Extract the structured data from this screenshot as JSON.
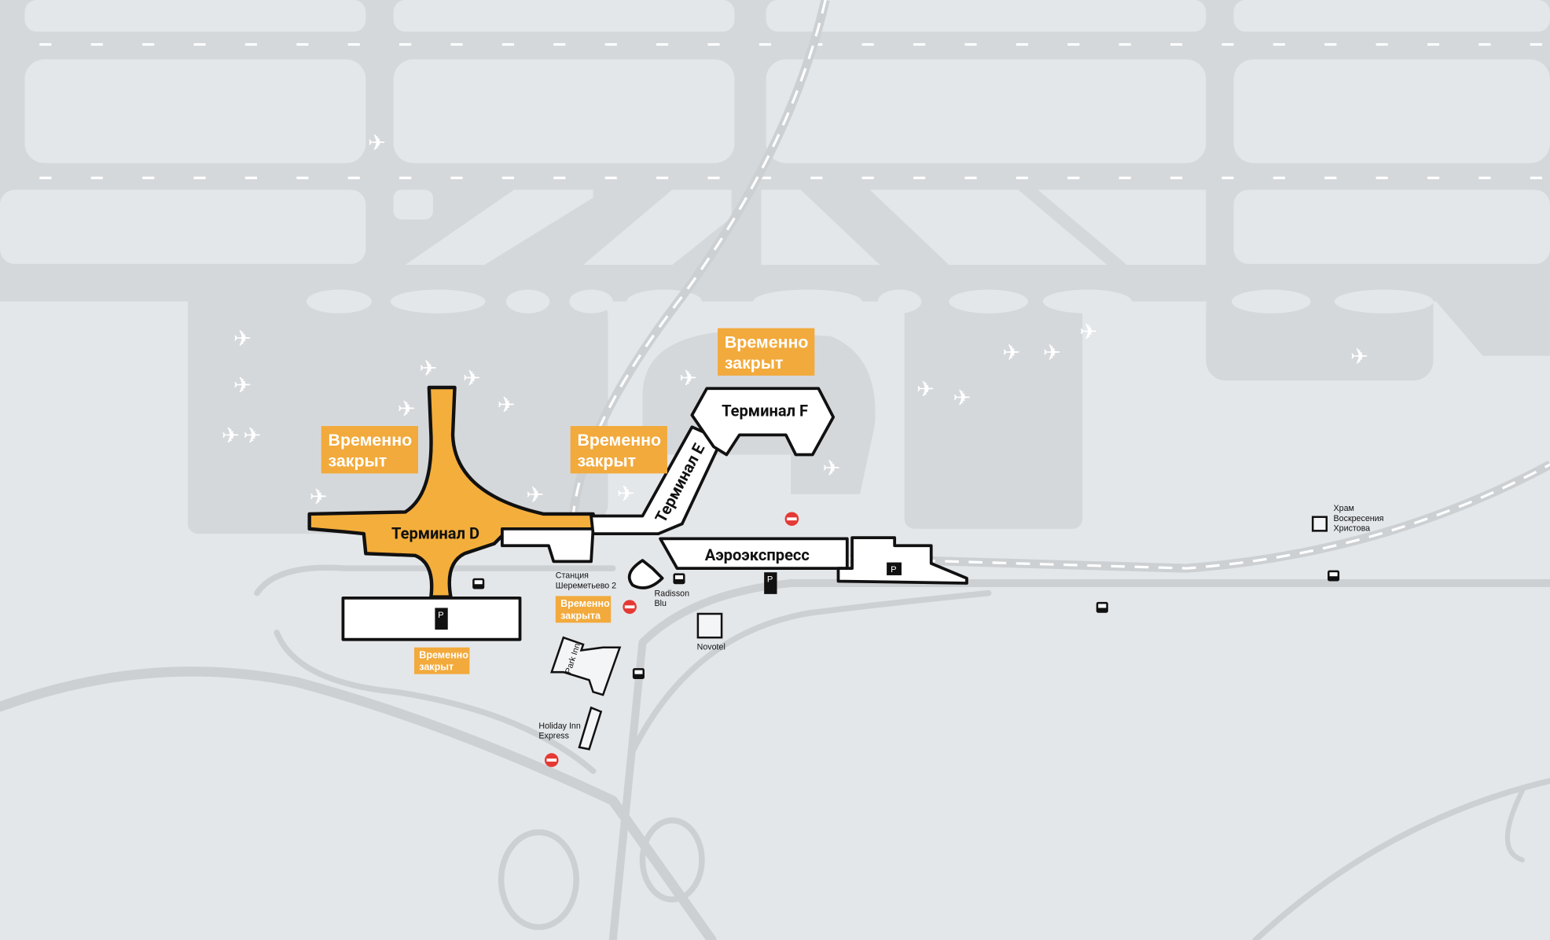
{
  "map": {
    "terminals": {
      "d": "Терминал D",
      "e": "Терминал E",
      "f": "Терминал F",
      "aeroexpress": "Аэроэкспресс"
    },
    "closed_labels": {
      "terminal_d_line1": "Временно",
      "terminal_d_line2": "закрыт",
      "terminal_e_line1": "Временно",
      "terminal_e_line2": "закрыт",
      "terminal_f_line1": "Временно",
      "terminal_f_line2": "закрыт",
      "parking_line1": "Временно",
      "parking_line2": "закрыт",
      "station_line1": "Временно",
      "station_line2": "закрыта"
    },
    "places": {
      "station_line1": "Станция",
      "station_line2": "Шереметьево 2",
      "radisson_line1": "Radisson",
      "radisson_line2": "Blu",
      "novotel": "Novotel",
      "park_inn": "Park Inn",
      "holiday_line1": "Holiday Inn",
      "holiday_line2": "Express",
      "church_line1": "Храм",
      "church_line2": "Воскресения",
      "church_line3": "Христова"
    },
    "parking_symbol": "P",
    "icons": [
      "airplane-icon",
      "bus-icon",
      "no-entry-icon",
      "parking-icon",
      "accessible-icon"
    ],
    "colors": {
      "background": "#e4e7ea",
      "closed_accent": "#f2aa3c",
      "terminal_d": "#f4ae3b",
      "no_entry": "#e53935"
    }
  }
}
